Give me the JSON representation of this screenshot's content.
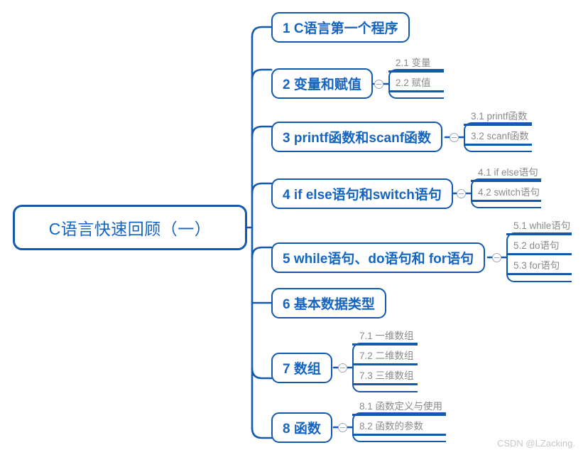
{
  "diagram": {
    "type": "mindmap",
    "root": {
      "label": "C语言快速回顾（一）"
    },
    "branches": [
      {
        "label": "1 C语言第一个程序",
        "children": []
      },
      {
        "label": "2 变量和赋值",
        "children": [
          "2.1 变量",
          "2.2 赋值"
        ]
      },
      {
        "label": "3 printf函数和scanf函数",
        "children": [
          "3.1 printf函数",
          "3.2 scanf函数"
        ]
      },
      {
        "label": "4 if else语句和switch语句",
        "children": [
          "4.1 if else语句",
          "4.2 switch语句"
        ]
      },
      {
        "label": "5 while语句、do语句和 for语句",
        "children": [
          "5.1 while语句",
          "5.2 do语句",
          "5.3 for语句"
        ]
      },
      {
        "label": "6 基本数据类型",
        "children": []
      },
      {
        "label": "7 数组",
        "children": [
          "7.1 一维数组",
          "7.2 二维数组",
          "7.3 三维数组"
        ]
      },
      {
        "label": "8 函数",
        "children": [
          "8.1 函数定义与使用",
          "8.2 函数的参数"
        ]
      }
    ]
  },
  "watermark": {
    "text": "CSDN @LZacking."
  },
  "colors": {
    "branch_stroke": "#1459ad",
    "node_text": "#1565c0",
    "sub_text": "#8a8a8a",
    "toggle_stroke": "#9aa7bd",
    "watermark": "#c7c7c7",
    "background": "#ffffff"
  },
  "icons": {
    "collapse": "collapse-toggle-icon"
  }
}
